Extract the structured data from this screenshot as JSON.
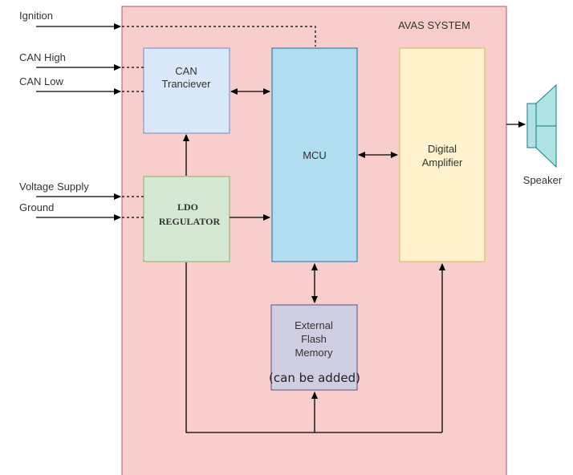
{
  "system": {
    "title": "AVAS SYSTEM"
  },
  "inputs": {
    "ignition": "Ignition",
    "can_high": "CAN High",
    "can_low": "CAN Low",
    "voltage_supply": "Voltage Supply",
    "ground": "Ground"
  },
  "blocks": {
    "can": {
      "line1": "CAN",
      "line2": "Tranciever"
    },
    "ldo": {
      "line1": "LDO",
      "line2": "REGULATOR"
    },
    "mcu": {
      "label": "MCU"
    },
    "amp": {
      "line1": "Digital",
      "line2": "Amplifier"
    },
    "flash": {
      "line1": "External",
      "line2": "Flash",
      "line3": "Memory",
      "note": "(can be added)"
    }
  },
  "speaker": {
    "label": "Speaker"
  },
  "colors": {
    "system_bg": "#f8cecc",
    "system_border": "#b85450",
    "can_fill": "#dae8fc",
    "ldo_fill": "#d5e8d4",
    "mcu_fill": "#b1ddf0",
    "amp_fill": "#fff2cc",
    "flash_fill": "#d0cee2",
    "speaker_fill": "#b0e3e6"
  }
}
